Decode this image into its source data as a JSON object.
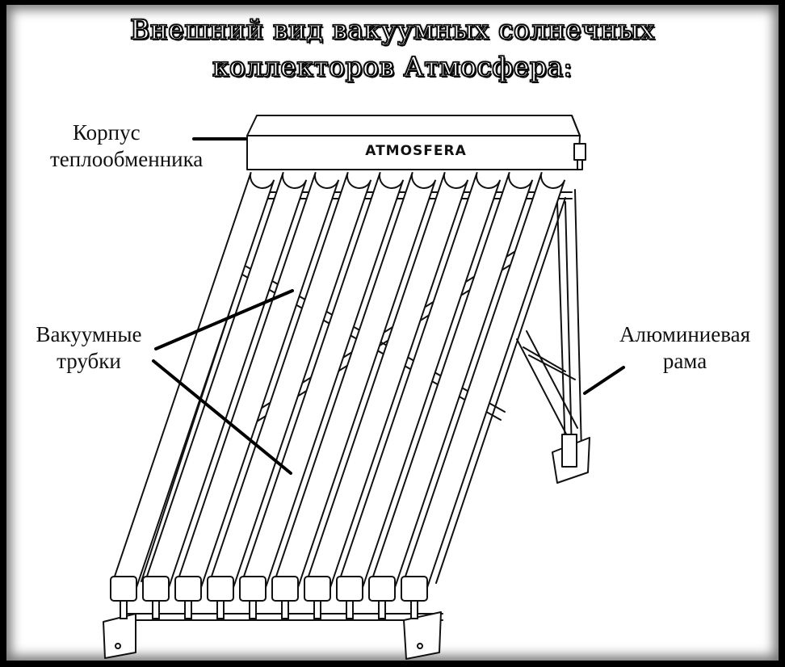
{
  "title": {
    "line1": "Внешний вид вакуумных солнечных",
    "line2": "коллекторов Атмосфера:"
  },
  "labels": {
    "housing": {
      "line1": "Корпус",
      "line2": "теплообменника"
    },
    "tubes": {
      "line1": "Вакуумные",
      "line2": "трубки"
    },
    "frame": {
      "line1": "Алюминиевая",
      "line2": "рама"
    }
  },
  "brand": "ATMOSFERA",
  "colors": {
    "background": "#000000",
    "panel": "#ffffff",
    "line": "#111111"
  }
}
